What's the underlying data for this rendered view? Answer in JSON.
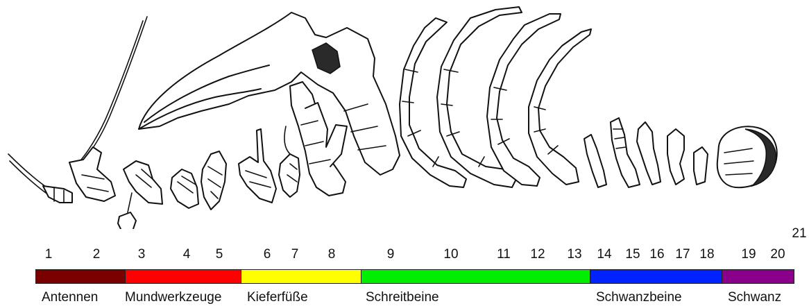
{
  "numbers": [
    "1",
    "2",
    "3",
    "4",
    "5",
    "6",
    "7",
    "8",
    "9",
    "10",
    "11",
    "12",
    "13",
    "14",
    "15",
    "16",
    "17",
    "18",
    "19",
    "20",
    "21"
  ],
  "groups": [
    {
      "label": "Antennen",
      "color": "#7a0000"
    },
    {
      "label": "Mundwerkzeuge",
      "color": "#ff0000"
    },
    {
      "label": "Kieferfüße",
      "color": "#ffff00"
    },
    {
      "label": "Schreitbeine",
      "color": "#00ee00"
    },
    {
      "label": "Schwanzbeine",
      "color": "#0022ff"
    },
    {
      "label": "Schwanz",
      "color": "#8a008a"
    }
  ],
  "appendage_icons": [
    "antenna-1-icon",
    "antenna-2-icon",
    "mandible-icon",
    "maxilla-1-icon",
    "maxilla-2-icon",
    "maxilliped-1-icon",
    "maxilliped-2-icon",
    "maxilliped-3-icon",
    "claw-leg-icon",
    "walking-leg-10-icon",
    "walking-leg-11-icon",
    "walking-leg-12-icon",
    "walking-leg-13-icon",
    "swimmeret-14-icon",
    "swimmeret-15-icon",
    "swimmeret-16-icon",
    "swimmeret-17-icon",
    "swimmeret-18-icon",
    "tail-fan-icon"
  ]
}
